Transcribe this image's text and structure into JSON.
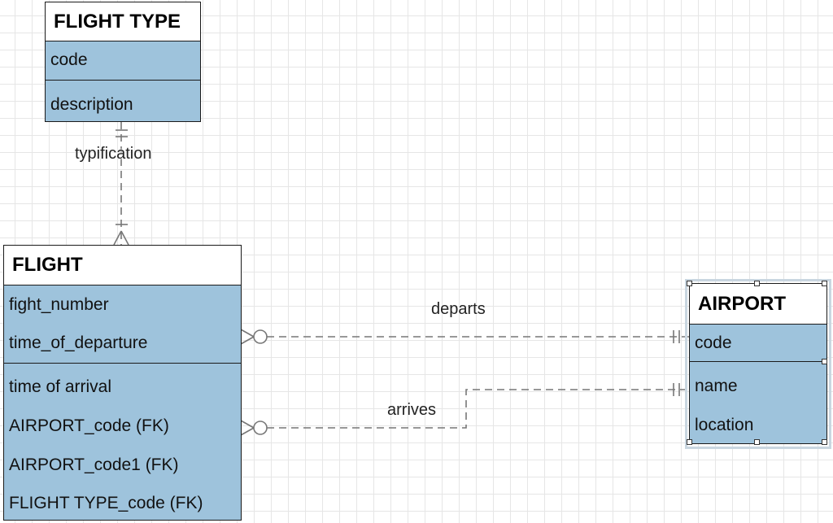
{
  "diagram": {
    "entities": {
      "flight_type": {
        "name": "FLIGHT TYPE",
        "key_attrs": [
          "code"
        ],
        "attrs": [
          "description"
        ]
      },
      "flight": {
        "name": "FLIGHT",
        "key_attrs": [
          "fight_number",
          "time_of_departure"
        ],
        "attrs": [
          "time of arrival",
          "AIRPORT_code (FK)",
          "AIRPORT_code1 (FK)",
          "FLIGHT TYPE_code (FK)"
        ]
      },
      "airport": {
        "name": "AIRPORT",
        "key_attrs": [
          "code"
        ],
        "attrs": [
          "name",
          "location"
        ],
        "selected": true
      }
    },
    "relationships": [
      {
        "label": "typification",
        "from": "FLIGHT TYPE",
        "to": "FLIGHT",
        "from_card": "one-and-only-one",
        "to_card": "one-or-many"
      },
      {
        "label": "departs",
        "from": "AIRPORT",
        "to": "FLIGHT",
        "from_card": "one-and-only-one",
        "to_card": "zero-or-many"
      },
      {
        "label": "arrives",
        "from": "AIRPORT",
        "to": "FLIGHT",
        "from_card": "one-and-only-one",
        "to_card": "zero-or-many"
      }
    ],
    "colors": {
      "entity_fill": "#9ec3dc",
      "header_fill": "#ffffff",
      "border": "#1a1a1a",
      "line": "#777777",
      "grid": "#e6e6e6"
    }
  }
}
